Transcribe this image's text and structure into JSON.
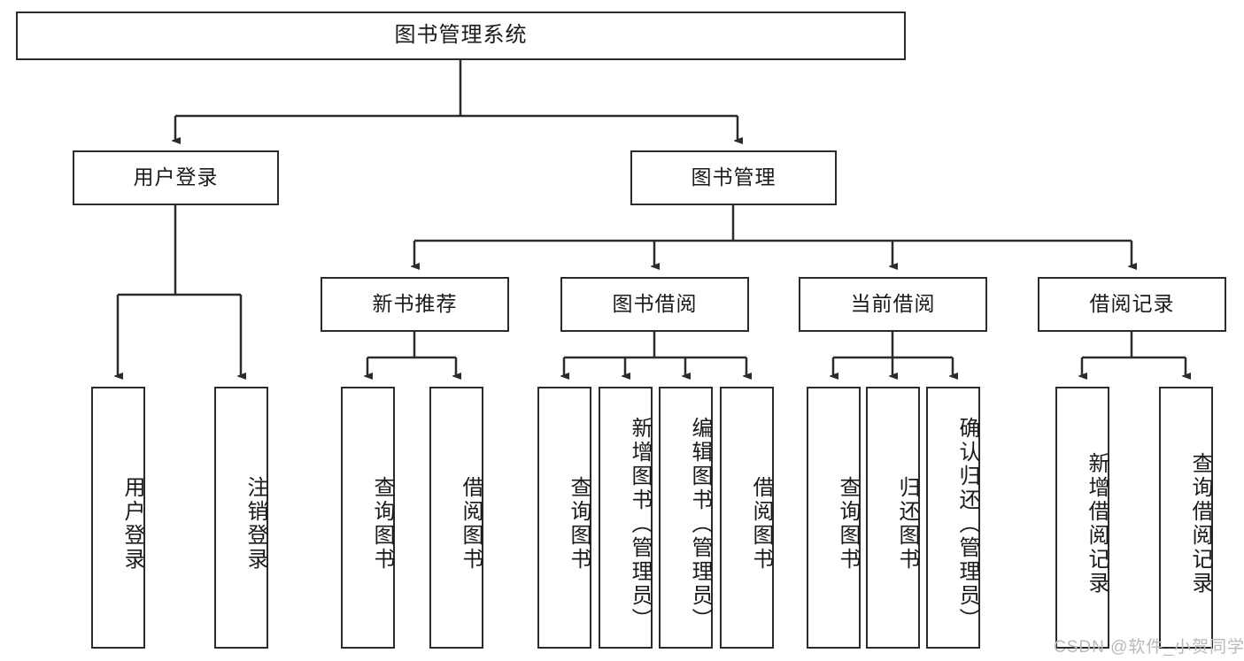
{
  "diagram": {
    "title": "图书管理系统",
    "type": "tree-hierarchy-diagram",
    "colors": {
      "background": "#ffffff",
      "box_border": "#2b2b2b",
      "box_fill": "#ffffff",
      "text": "#1a1a1a",
      "connector": "#2b2b2b",
      "watermark": "#b9b9b9"
    },
    "root": {
      "label": "图书管理系统"
    },
    "level1": [
      {
        "label": "用户登录"
      },
      {
        "label": "图书管理"
      }
    ],
    "level2": [
      {
        "label": "新书推荐"
      },
      {
        "label": "图书借阅"
      },
      {
        "label": "当前借阅"
      },
      {
        "label": "借阅记录"
      }
    ],
    "leaves": {
      "user_login": [
        {
          "label": "用户登录"
        },
        {
          "label": "注销登录"
        }
      ],
      "new_book_recommend": [
        {
          "label": "查询图书"
        },
        {
          "label": "借阅图书"
        }
      ],
      "book_borrow": [
        {
          "label": "查询图书"
        },
        {
          "label": "新增图书（管理员）"
        },
        {
          "label": "编辑图书（管理员）"
        },
        {
          "label": "借阅图书"
        }
      ],
      "current_borrow": [
        {
          "label": "查询图书"
        },
        {
          "label": "归还图书"
        },
        {
          "label": "确认归还（管理员）"
        }
      ],
      "borrow_record": [
        {
          "label": "新增借阅记录"
        },
        {
          "label": "查询借阅记录"
        }
      ]
    },
    "watermark": "CSDN @软件_小贺同学"
  }
}
